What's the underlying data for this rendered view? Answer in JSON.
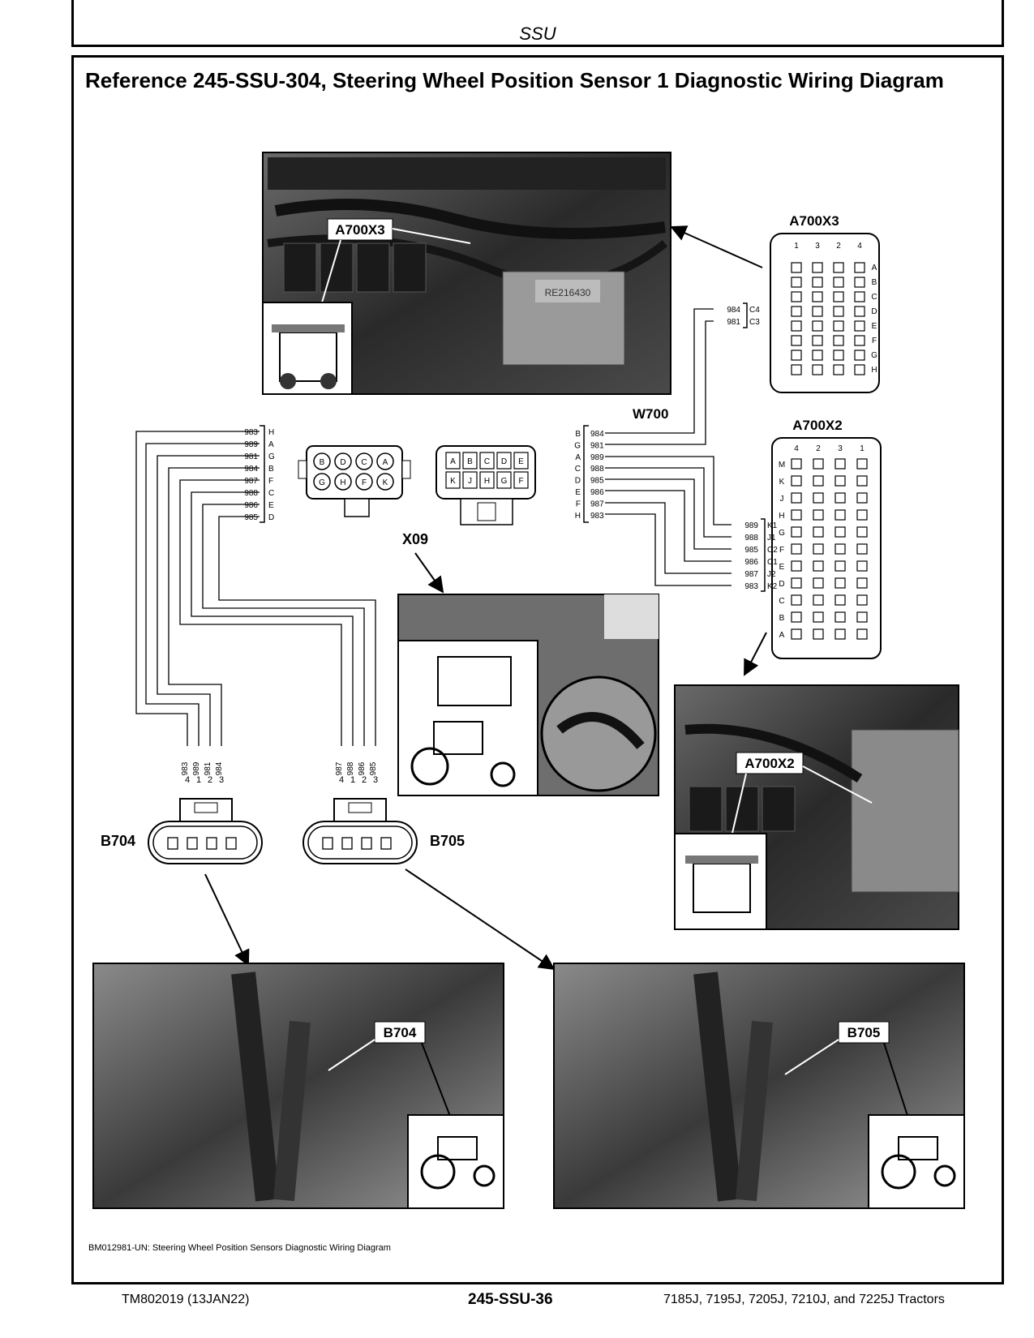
{
  "header": {
    "section": "SSU"
  },
  "title": "Reference 245-SSU-304, Steering Wheel Position Sensor 1 Diagnostic Wiring Diagram",
  "labels": {
    "a700x3_photo": "A700X3",
    "a700x3_conn": "A700X3",
    "a700x2_conn": "A700X2",
    "a700x2_photo": "A700X2",
    "w700": "W700",
    "x09": "X09",
    "b704": "B704",
    "b705": "B705",
    "b704_photo": "B704",
    "b705_photo": "B705",
    "photo_part_number": "RE216430"
  },
  "x09_left_bundle": [
    {
      "wire": "983",
      "pin": "H"
    },
    {
      "wire": "989",
      "pin": "A"
    },
    {
      "wire": "981",
      "pin": "G"
    },
    {
      "wire": "984",
      "pin": "B"
    },
    {
      "wire": "987",
      "pin": "F"
    },
    {
      "wire": "988",
      "pin": "C"
    },
    {
      "wire": "986",
      "pin": "E"
    },
    {
      "wire": "985",
      "pin": "D"
    }
  ],
  "x09_right_bundle": [
    {
      "pin": "B",
      "wire": "984"
    },
    {
      "pin": "G",
      "wire": "981"
    },
    {
      "pin": "A",
      "wire": "989"
    },
    {
      "pin": "C",
      "wire": "988"
    },
    {
      "pin": "D",
      "wire": "985"
    },
    {
      "pin": "E",
      "wire": "986"
    },
    {
      "pin": "F",
      "wire": "987"
    },
    {
      "pin": "H",
      "wire": "983"
    }
  ],
  "a700x3_wires": [
    {
      "wire": "984",
      "pin": "C4"
    },
    {
      "wire": "981",
      "pin": "C3"
    }
  ],
  "a700x2_wires": [
    {
      "wire": "989",
      "pin": "K1"
    },
    {
      "wire": "988",
      "pin": "J1"
    },
    {
      "wire": "985",
      "pin": "C2"
    },
    {
      "wire": "986",
      "pin": "C1"
    },
    {
      "wire": "987",
      "pin": "J2"
    },
    {
      "wire": "983",
      "pin": "K2"
    }
  ],
  "x09_face_a": [
    "B",
    "D",
    "C",
    "A",
    "G",
    "H",
    "F",
    "K"
  ],
  "x09_face_b": [
    "A",
    "B",
    "C",
    "D",
    "E",
    "K",
    "J",
    "H",
    "G",
    "F"
  ],
  "b704_wires": [
    "983",
    "989",
    "981",
    "984"
  ],
  "b704_pins": [
    "4",
    "1",
    "2",
    "3"
  ],
  "b705_wires": [
    "987",
    "988",
    "986",
    "985"
  ],
  "b705_pins": [
    "4",
    "1",
    "2",
    "3"
  ],
  "a700x3_rows": [
    "A",
    "B",
    "C",
    "D",
    "E",
    "F",
    "G",
    "H"
  ],
  "a700x3_cols": [
    "1",
    "3",
    "2",
    "4"
  ],
  "a700x2_rows": [
    "M",
    "K",
    "J",
    "H",
    "G",
    "F",
    "E",
    "D",
    "C",
    "B",
    "A"
  ],
  "a700x2_cols": [
    "4",
    "2",
    "3",
    "1"
  ],
  "caption": "BM012981-UN: Steering Wheel Position Sensors Diagnostic Wiring Diagram",
  "footer": {
    "left": "TM802019 (13JAN22)",
    "center": "245-SSU-36",
    "right": "7185J, 7195J, 7205J, 7210J, and 7225J Tractors"
  }
}
